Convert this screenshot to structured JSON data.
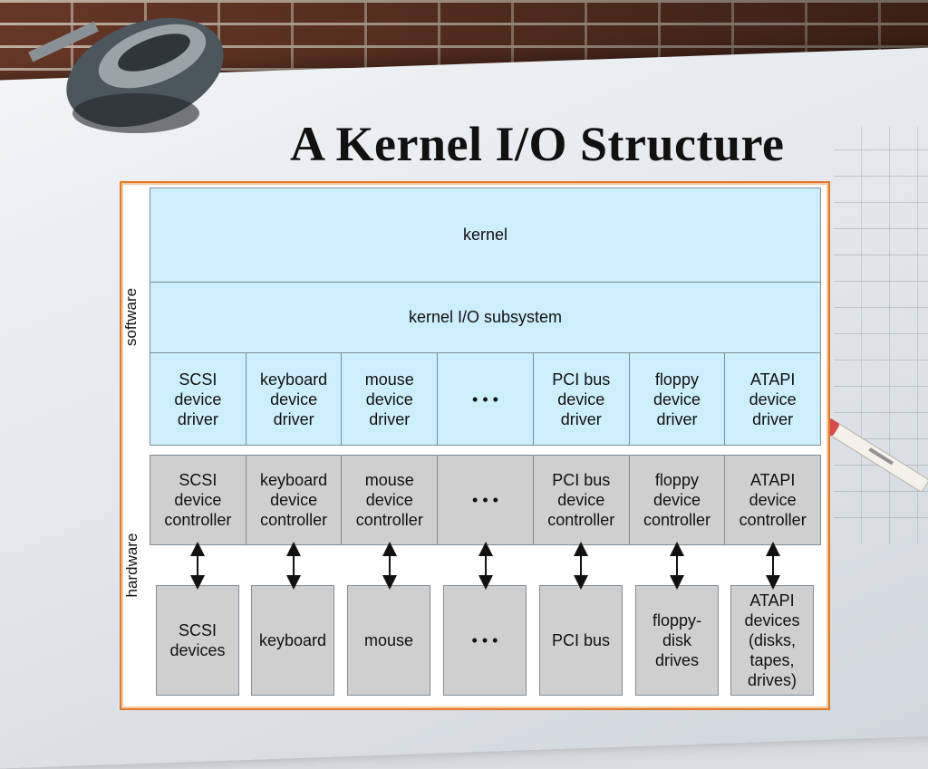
{
  "title": "A Kernel I/O Structure",
  "side_labels": {
    "software": "software",
    "hardware": "hardware"
  },
  "kernel": "kernel",
  "subsystem": "kernel I/O subsystem",
  "drivers": [
    "SCSI\ndevice\ndriver",
    "keyboard\ndevice\ndriver",
    "mouse\ndevice\ndriver",
    "• • •",
    "PCI bus\ndevice\ndriver",
    "floppy\ndevice\ndriver",
    "ATAPI\ndevice\ndriver"
  ],
  "controllers": [
    "SCSI\ndevice\ncontroller",
    "keyboard\ndevice\ncontroller",
    "mouse\ndevice\ncontroller",
    "• • •",
    "PCI bus\ndevice\ncontroller",
    "floppy\ndevice\ncontroller",
    "ATAPI\ndevice\ncontroller"
  ],
  "devices": [
    "SCSI\ndevices",
    "keyboard",
    "mouse",
    "• • •",
    "PCI bus",
    "floppy-\ndisk\ndrives",
    "ATAPI\ndevices\n(disks,\ntapes,\ndrives)"
  ],
  "colors": {
    "software_fill": "#cdeefc",
    "hardware_fill": "#cfcfcf",
    "frame_border": "#e07a2a"
  }
}
